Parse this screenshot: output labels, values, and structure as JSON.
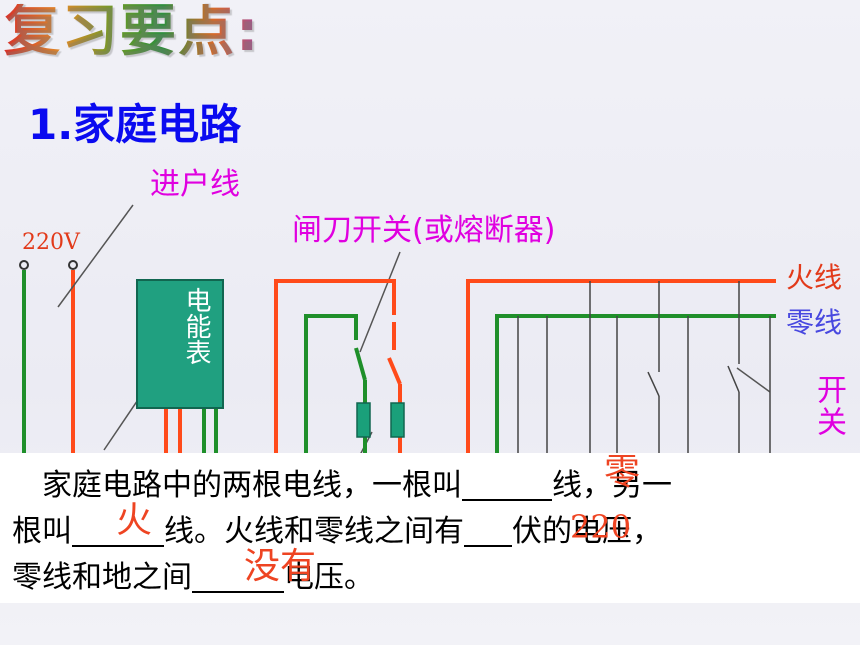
{
  "header": {
    "title": "复习要点:"
  },
  "section": {
    "title": "1.家庭电路"
  },
  "diagram": {
    "service_line_label": "进户线",
    "voltage_label": "220V",
    "knife_switch_label": "闸刀开关(或熔断器)",
    "meter_label": "电能表",
    "live_line_label": "火线",
    "neutral_line_label": "零线",
    "switch_label": "开关",
    "colors": {
      "live": "#ff4a1a",
      "neutral": "#1f8f2a",
      "meter": "#20a080",
      "fuse": "#1aa07a"
    }
  },
  "paragraph": {
    "line1_a": "家庭电路中的两根电线，一根叫",
    "line1_b": "线，另一",
    "line2_a": "根叫",
    "line2_b": "线。火线和零线之间有",
    "line2_c": "伏的电压，",
    "line3_a": "零线和地之间",
    "line3_b": "电压。",
    "answers": {
      "blank1": "零",
      "blank2": "火",
      "blank3": "220",
      "blank4": "没有"
    }
  }
}
